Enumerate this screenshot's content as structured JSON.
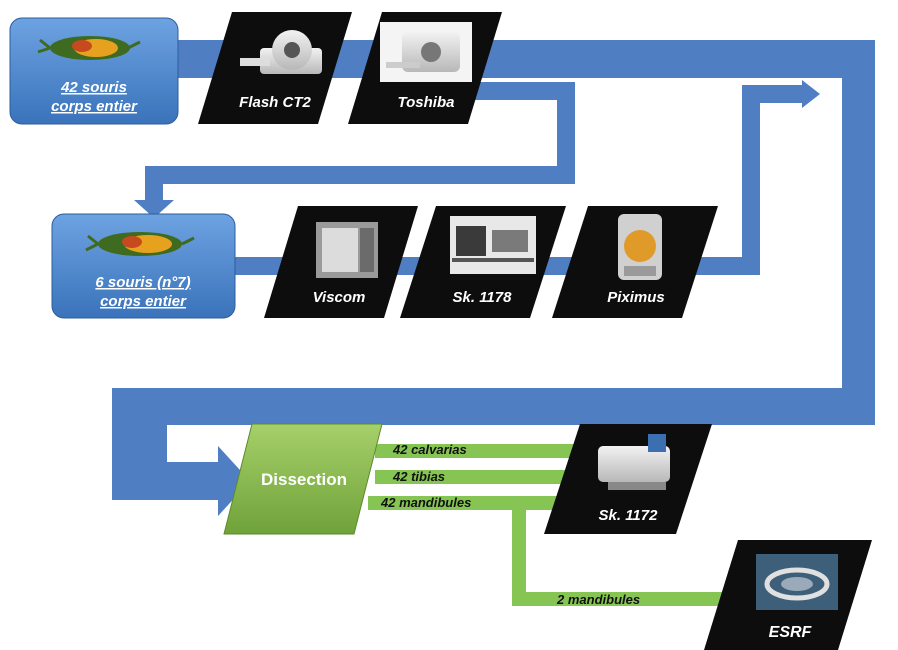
{
  "sources": {
    "group1": {
      "line1": "42 souris",
      "line2": "corps entier"
    },
    "group2": {
      "line1": "6 souris (n°7)",
      "line2": "corps entier"
    }
  },
  "scanners": {
    "flash_ct2": "Flash CT2",
    "toshiba": "Toshiba",
    "viscom": "Viscom",
    "sk1178": "Sk. 1178",
    "piximus": "Piximus",
    "sk1172": "Sk. 1172",
    "esrf": "ESRF"
  },
  "dissection": {
    "label": "Dissection",
    "outputs": [
      "42 calvarias",
      "42 tibias",
      "42 mandibules"
    ]
  },
  "esrf_link": {
    "label": "2 mandibules"
  },
  "colors": {
    "flow_blue": "#4f7ec2",
    "source_box": "#4a86cc",
    "dissection_green": "#8dbf52",
    "green_line": "#86c554",
    "scanner_bg": "#0d0d0d",
    "label_yellow": "#e8c21a"
  }
}
